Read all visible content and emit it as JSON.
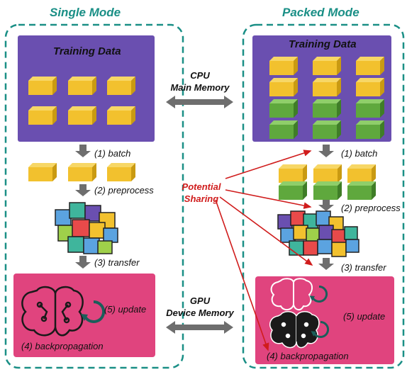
{
  "single_mode": {
    "title": "Single Mode",
    "training_data_title": "Training Data",
    "step_batch": "(1) batch",
    "step_preprocess": "(2) preprocess",
    "step_transfer": "(3) transfer",
    "step_update": "(5) update",
    "step_backprop": "(4) backpropagation"
  },
  "packed_mode": {
    "title": "Packed Mode",
    "training_data_title": "Training Data",
    "step_batch": "(1) batch",
    "step_preprocess": "(2) preprocess",
    "step_transfer": "(3) transfer",
    "step_update": "(5) update",
    "step_backprop": "(4) backpropagation"
  },
  "center": {
    "cpu_line1": "CPU",
    "cpu_line2": "Main Memory",
    "gpu_line1": "GPU",
    "gpu_line2": "Device Memory",
    "sharing_line1": "Potential",
    "sharing_line2": "Sharing"
  },
  "colors": {
    "teal": "#1a8f86",
    "purple": "#6a4fb0",
    "pink": "#e0447e",
    "yellow": "#f2c12e",
    "green": "#5fa83d",
    "red": "#d01c1c",
    "gray": "#6e6e6e"
  }
}
